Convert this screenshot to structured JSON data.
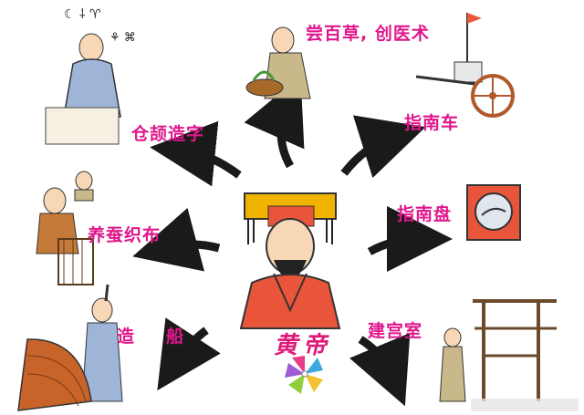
{
  "center": {
    "title": "黄帝"
  },
  "inventions": {
    "cangjie": "仓颉造字",
    "herbs": "尝百草, 创医术",
    "chariot": "指南车",
    "compass": "指南盘",
    "silk": "养蚕织布",
    "boat_1": "造",
    "boat_2": "船",
    "palace": "建宫室"
  },
  "colors": {
    "label": "#e0178c",
    "arrow": "#1a1a1a",
    "emperor_robe": "#e8553a",
    "emperor_hat": "#f0b400"
  }
}
